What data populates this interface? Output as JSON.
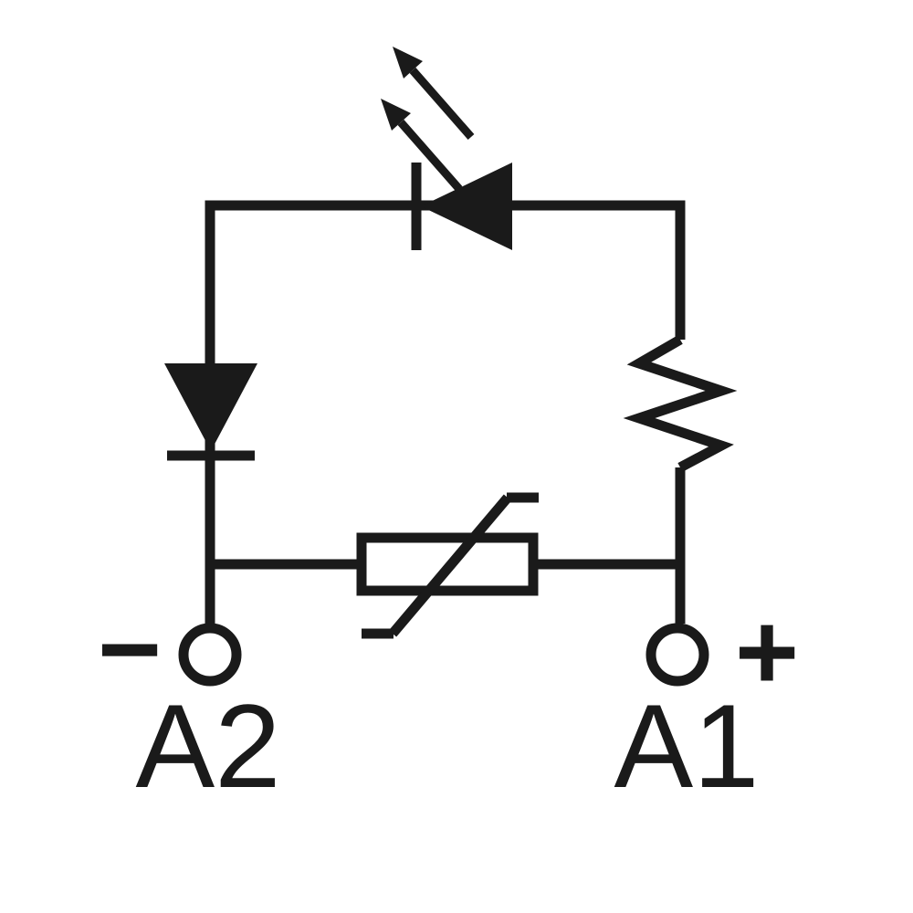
{
  "diagram": {
    "type": "circuit-schematic",
    "labels": {
      "terminal_left": "A2",
      "terminal_right": "A1",
      "polarity_left": "−",
      "polarity_right": "+"
    },
    "components": [
      {
        "icon": "led-icon",
        "description": "light emitting diode with two emission arrows, cathode toward left terminal",
        "position": "top"
      },
      {
        "icon": "diode-icon",
        "description": "diode pointing down toward A2 terminal",
        "position": "left"
      },
      {
        "icon": "resistor-icon",
        "description": "zigzag resistor",
        "position": "right"
      },
      {
        "icon": "varistor-icon",
        "description": "varistor box with diagonal strike",
        "position": "bottom-center"
      },
      {
        "icon": "terminal-icon",
        "description": "open circle screw terminal A2 (negative)",
        "position": "bottom-left"
      },
      {
        "icon": "terminal-icon",
        "description": "open circle screw terminal A1 (positive)",
        "position": "bottom-right"
      }
    ],
    "colors": {
      "line": "#1a1a1a",
      "background": "#ffffff"
    }
  }
}
